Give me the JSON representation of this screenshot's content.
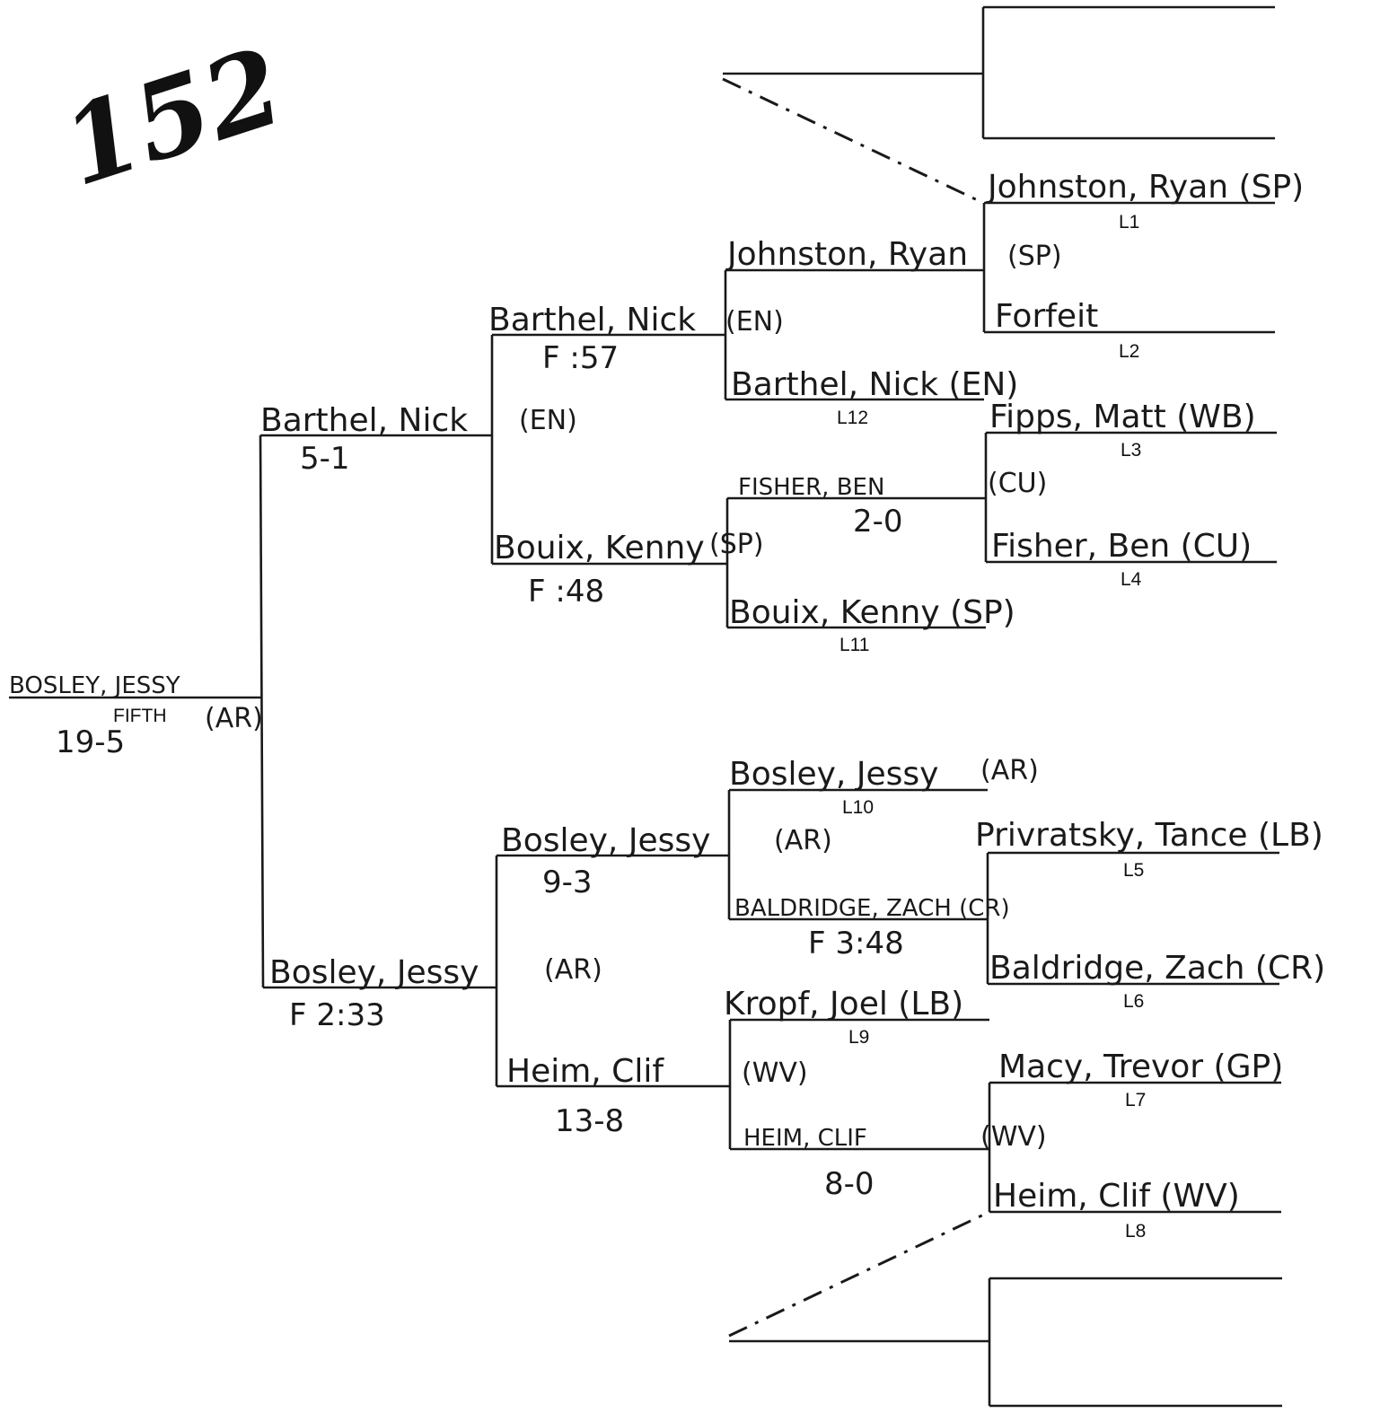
{
  "weight_class": "152",
  "placement": {
    "winner": "BOSLEY, JESSY",
    "team": "(AR)",
    "place_label": "FIFTH",
    "record": "19-5"
  },
  "loser_labels": [
    "L1",
    "L2",
    "L3",
    "L4",
    "L5",
    "L6",
    "L7",
    "L8",
    "L9",
    "L10",
    "L11",
    "L12"
  ],
  "entries": {
    "l1": "Johnston, Ryan (SP)",
    "l2": "Forfeit",
    "l3": "Fipps, Matt (WB)",
    "l3_team_note": "(CU)",
    "l4": "Fisher, Ben (CU)",
    "l5": "Privratsky, Tance (LB)",
    "l6": "Baldridge, Zach (CR)",
    "l7": "Macy, Trevor (GP)",
    "l8": "Heim, Clif (WV)",
    "l12": "Barthel, Nick (EN)",
    "l11": "Bouix, Kenny (SP)",
    "l10": "Bosley, Jessy",
    "l10_team": "(AR)",
    "l9": "Kropf, Joel (LB)"
  },
  "round2": {
    "top_winner": "Johnston, Ryan",
    "top_team": "(SP)",
    "upper_mid_winner": "FISHER, BEN",
    "upper_mid_score": "2-0",
    "lower_mid_winner": "BALDRIDGE, ZACH (CR)",
    "lower_mid_score": "F 3:48",
    "bottom_winner": "HEIM, CLIF",
    "bottom_team": "(WV)",
    "bottom_score": "8-0"
  },
  "round3": {
    "r3a_winner": "Barthel, Nick",
    "r3a_team": "(EN)",
    "r3a_score": "F :57",
    "r3b_winner": "Bouix, Kenny",
    "r3b_team": "(SP)",
    "r3b_score": "F :48",
    "r3c_winner": "Bosley, Jessy",
    "r3c_team": "(AR)",
    "r3c_score": "9-3",
    "r3d_winner": "Heim, Clif",
    "r3d_team": "(WV)",
    "r3d_score": "13-8"
  },
  "round4": {
    "top_winner": "Barthel, Nick",
    "top_team": "(EN)",
    "top_score": "5-1",
    "bottom_winner": "Bosley, Jessy",
    "bottom_team": "(AR)",
    "bottom_score": "F 2:33"
  }
}
